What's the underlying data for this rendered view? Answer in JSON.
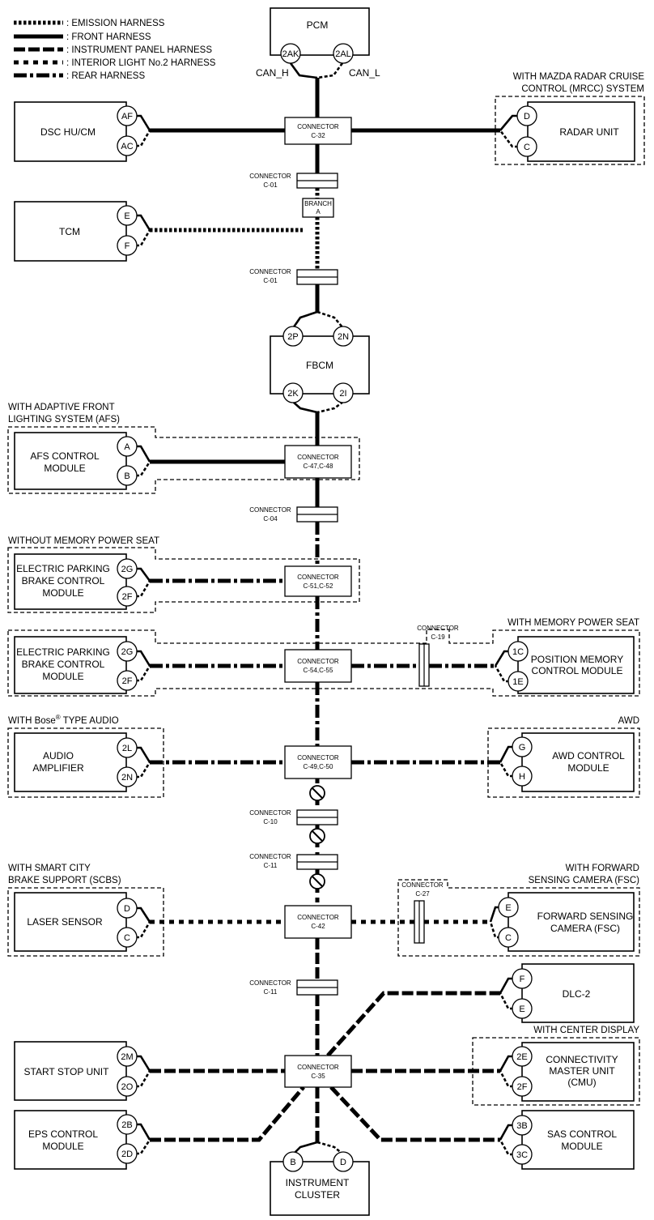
{
  "legend": [
    {
      "style": "emission",
      "label": ": EMISSION HARNESS"
    },
    {
      "style": "front",
      "label": ": FRONT HARNESS"
    },
    {
      "style": "ip",
      "label": ": INSTRUMENT PANEL HARNESS"
    },
    {
      "style": "il2",
      "label": ": INTERIOR LIGHT No.2 HARNESS"
    },
    {
      "style": "rear",
      "label": ": REAR HARNESS"
    }
  ],
  "option_captions": {
    "mrcc_1": "WITH MAZDA RADAR CRUISE",
    "mrcc_2": "CONTROL (MRCC) SYSTEM",
    "afs_1": "WITH ADAPTIVE FRONT",
    "afs_2": "LIGHTING SYSTEM (AFS)",
    "no_mem_seat": "WITHOUT MEMORY POWER SEAT",
    "mem_seat": "WITH MEMORY POWER SEAT",
    "bose_a": "WITH Bose",
    "bose_reg": "®",
    "bose_b": " TYPE AUDIO",
    "awd": "AWD",
    "scbs_1": "WITH SMART CITY",
    "scbs_2": "BRAKE SUPPORT (SCBS)",
    "fsc_1": "WITH FORWARD",
    "fsc_2": "SENSING CAMERA (FSC)",
    "center_display": "WITH CENTER DISPLAY"
  },
  "modules": {
    "pcm": {
      "label": "PCM",
      "pins": [
        "2AK",
        "2AL"
      ],
      "can_h": "CAN_H",
      "can_l": "CAN_L"
    },
    "dsc": {
      "label": "DSC HU/CM",
      "pins": [
        "AF",
        "AC"
      ]
    },
    "radar": {
      "label": "RADAR UNIT",
      "pins": [
        "D",
        "C"
      ]
    },
    "tcm": {
      "label": "TCM",
      "pins": [
        "E",
        "F"
      ]
    },
    "fbcm": {
      "label": "FBCM",
      "pins_top": [
        "2P",
        "2N"
      ],
      "pins_bottom": [
        "2K",
        "2I"
      ]
    },
    "afs": {
      "label_1": "AFS CONTROL",
      "label_2": "MODULE",
      "pins": [
        "A",
        "B"
      ]
    },
    "epb1": {
      "label_1": "ELECTRIC PARKING",
      "label_2": "BRAKE CONTROL",
      "label_3": "MODULE",
      "pins": [
        "2G",
        "2F"
      ]
    },
    "epb2": {
      "label_1": "ELECTRIC PARKING",
      "label_2": "BRAKE CONTROL",
      "label_3": "MODULE",
      "pins": [
        "2G",
        "2F"
      ]
    },
    "pos_mem": {
      "label_1": "POSITION MEMORY",
      "label_2": "CONTROL MODULE",
      "pins": [
        "1C",
        "1E"
      ]
    },
    "audio": {
      "label_1": "AUDIO",
      "label_2": "AMPLIFIER",
      "pins": [
        "2L",
        "2N"
      ]
    },
    "awd": {
      "label_1": "AWD CONTROL",
      "label_2": "MODULE",
      "pins": [
        "G",
        "H"
      ]
    },
    "laser": {
      "label": "LASER SENSOR",
      "pins": [
        "D",
        "C"
      ]
    },
    "fsc": {
      "label_1": "FORWARD SENSING",
      "label_2": "CAMERA (FSC)",
      "pins": [
        "E",
        "C"
      ]
    },
    "dlc": {
      "label": "DLC-2",
      "pins": [
        "F",
        "E"
      ]
    },
    "ssu": {
      "label": "START STOP UNIT",
      "pins": [
        "2M",
        "2O"
      ]
    },
    "cmu": {
      "label_1": "CONNECTIVITY",
      "label_2": "MASTER UNIT",
      "label_3": "(CMU)",
      "pins": [
        "2E",
        "2F"
      ]
    },
    "eps": {
      "label_1": "EPS CONTROL",
      "label_2": "MODULE",
      "pins": [
        "2B",
        "2D"
      ]
    },
    "sas": {
      "label_1": "SAS CONTROL",
      "label_2": "MODULE",
      "pins": [
        "3B",
        "3C"
      ]
    },
    "cluster": {
      "label_1": "INSTRUMENT",
      "label_2": "CLUSTER",
      "pins": [
        "B",
        "D"
      ]
    }
  },
  "connectors": {
    "c32": {
      "l1": "CONNECTOR",
      "l2": "C-32"
    },
    "c01a": {
      "l1": "CONNECTOR",
      "l2": "C-01"
    },
    "branch": {
      "l1": "BRANCH",
      "l2": "A"
    },
    "c01b": {
      "l1": "CONNECTOR",
      "l2": "C-01"
    },
    "c4748": {
      "l1": "CONNECTOR",
      "l2": "C-47,C-48"
    },
    "c04": {
      "l1": "CONNECTOR",
      "l2": "C-04"
    },
    "c5152": {
      "l1": "CONNECTOR",
      "l2": "C-51,C-52"
    },
    "c19": {
      "l1": "CONNECTOR",
      "l2": "C-19"
    },
    "c5455": {
      "l1": "CONNECTOR",
      "l2": "C-54,C-55"
    },
    "c4950": {
      "l1": "CONNECTOR",
      "l2": "C-49,C-50"
    },
    "c10": {
      "l1": "CONNECTOR",
      "l2": "C-10"
    },
    "c11a": {
      "l1": "CONNECTOR",
      "l2": "C-11"
    },
    "c27": {
      "l1": "CONNECTOR",
      "l2": "C-27"
    },
    "c42": {
      "l1": "CONNECTOR",
      "l2": "C-42"
    },
    "c11b": {
      "l1": "CONNECTOR",
      "l2": "C-11"
    },
    "c35": {
      "l1": "CONNECTOR",
      "l2": "C-35"
    }
  }
}
